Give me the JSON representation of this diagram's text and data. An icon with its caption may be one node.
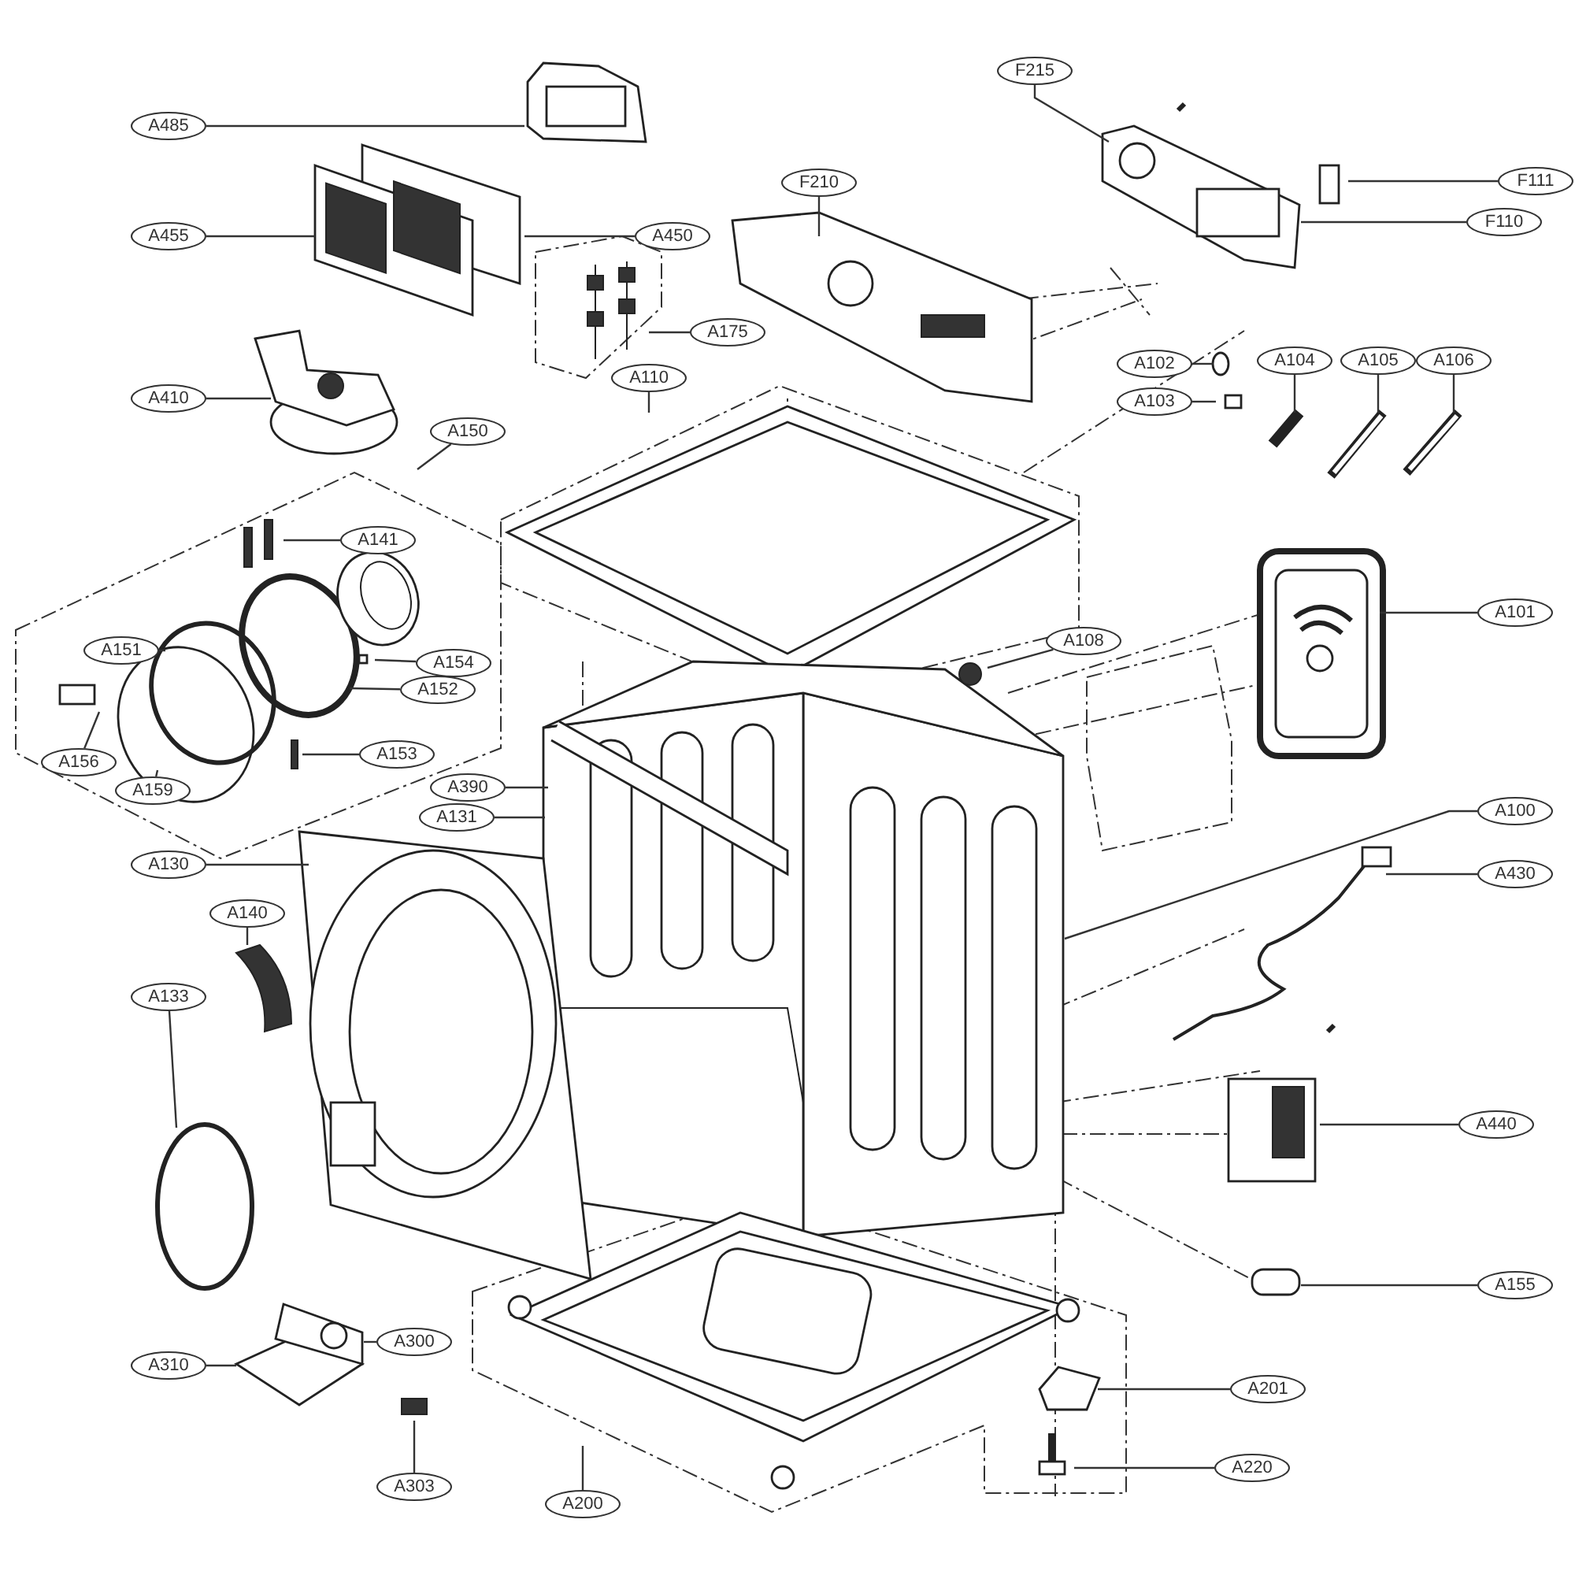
{
  "diagram": {
    "nodes": [
      {
        "text": [
          "A485"
        ]
      },
      {
        "text": [
          "F215"
        ]
      },
      {
        "text": [
          "F111"
        ]
      },
      {
        "text": [
          "F110"
        ]
      },
      {
        "text": [
          "F210"
        ]
      },
      {
        "text": [
          "A455"
        ]
      },
      {
        "text": [
          "A450"
        ]
      },
      {
        "text": [
          "A175"
        ]
      },
      {
        "text": [
          "A102"
        ]
      },
      {
        "text": [
          "A103"
        ]
      },
      {
        "text": [
          "A104"
        ]
      },
      {
        "text": [
          "A105"
        ]
      },
      {
        "text": [
          "A106"
        ]
      },
      {
        "text": [
          "A410"
        ]
      },
      {
        "text": [
          "A110"
        ]
      },
      {
        "text": [
          "A150"
        ]
      },
      {
        "text": [
          "A141"
        ]
      },
      {
        "text": [
          "A108"
        ]
      },
      {
        "text": [
          "A101"
        ]
      },
      {
        "text": [
          "A151"
        ]
      },
      {
        "text": [
          "A154"
        ]
      },
      {
        "text": [
          "A152"
        ]
      },
      {
        "text": [
          "A156"
        ]
      },
      {
        "text": [
          "A153"
        ]
      },
      {
        "text": [
          "A159"
        ]
      },
      {
        "text": [
          "A390"
        ]
      },
      {
        "text": [
          "A131"
        ]
      },
      {
        "text": [
          "A100"
        ]
      },
      {
        "text": [
          "A130"
        ]
      },
      {
        "text": [
          "A430"
        ]
      },
      {
        "text": [
          "A140"
        ]
      },
      {
        "text": [
          "A133"
        ]
      },
      {
        "text": [
          "A440"
        ]
      },
      {
        "text": [
          "A155"
        ]
      },
      {
        "text": [
          "A300"
        ]
      },
      {
        "text": [
          "A310"
        ]
      },
      {
        "text": [
          "A201"
        ]
      },
      {
        "text": [
          "A303"
        ]
      },
      {
        "text": [
          "A220"
        ]
      },
      {
        "text": [
          "A200"
        ]
      }
    ],
    "edges": [
      {
        "from": 0,
        "to": null,
        "arrow": "none"
      },
      {
        "from": 1,
        "to": null,
        "arrow": "none"
      },
      {
        "from": 2,
        "to": null,
        "arrow": "none"
      },
      {
        "from": 3,
        "to": null,
        "arrow": "none"
      },
      {
        "from": 4,
        "to": null,
        "arrow": "none"
      },
      {
        "from": 5,
        "to": null,
        "arrow": "none"
      },
      {
        "from": 6,
        "to": null,
        "arrow": "none"
      },
      {
        "from": 7,
        "to": null,
        "arrow": "none"
      },
      {
        "from": 8,
        "to": null,
        "arrow": "none"
      },
      {
        "from": 9,
        "to": null,
        "arrow": "none"
      },
      {
        "from": 10,
        "to": null,
        "arrow": "none"
      },
      {
        "from": 11,
        "to": null,
        "arrow": "none"
      },
      {
        "from": 12,
        "to": null,
        "arrow": "none"
      },
      {
        "from": 13,
        "to": null,
        "arrow": "none"
      },
      {
        "from": 14,
        "to": null,
        "arrow": "none"
      },
      {
        "from": 15,
        "to": null,
        "arrow": "none"
      },
      {
        "from": 16,
        "to": null,
        "arrow": "none"
      },
      {
        "from": 17,
        "to": null,
        "arrow": "none"
      },
      {
        "from": 18,
        "to": null,
        "arrow": "none"
      },
      {
        "from": 19,
        "to": null,
        "arrow": "none"
      },
      {
        "from": 20,
        "to": null,
        "arrow": "none"
      },
      {
        "from": 21,
        "to": null,
        "arrow": "none"
      },
      {
        "from": 22,
        "to": null,
        "arrow": "none"
      },
      {
        "from": 23,
        "to": null,
        "arrow": "none"
      },
      {
        "from": 24,
        "to": null,
        "arrow": "none"
      },
      {
        "from": 25,
        "to": null,
        "arrow": "none"
      },
      {
        "from": 26,
        "to": null,
        "arrow": "none"
      },
      {
        "from": 27,
        "to": null,
        "arrow": "none"
      },
      {
        "from": 28,
        "to": null,
        "arrow": "none"
      },
      {
        "from": 29,
        "to": null,
        "arrow": "none"
      },
      {
        "from": 30,
        "to": null,
        "arrow": "none"
      },
      {
        "from": 31,
        "to": null,
        "arrow": "none"
      },
      {
        "from": 32,
        "to": null,
        "arrow": "none"
      },
      {
        "from": 33,
        "to": null,
        "arrow": "none"
      },
      {
        "from": 34,
        "to": null,
        "arrow": "none"
      },
      {
        "from": 35,
        "to": null,
        "arrow": "none"
      },
      {
        "from": 36,
        "to": null,
        "arrow": "none"
      },
      {
        "from": 37,
        "to": null,
        "arrow": "none"
      },
      {
        "from": 38,
        "to": null,
        "arrow": "none"
      },
      {
        "from": 39,
        "to": null,
        "arrow": "none"
      }
    ]
  }
}
